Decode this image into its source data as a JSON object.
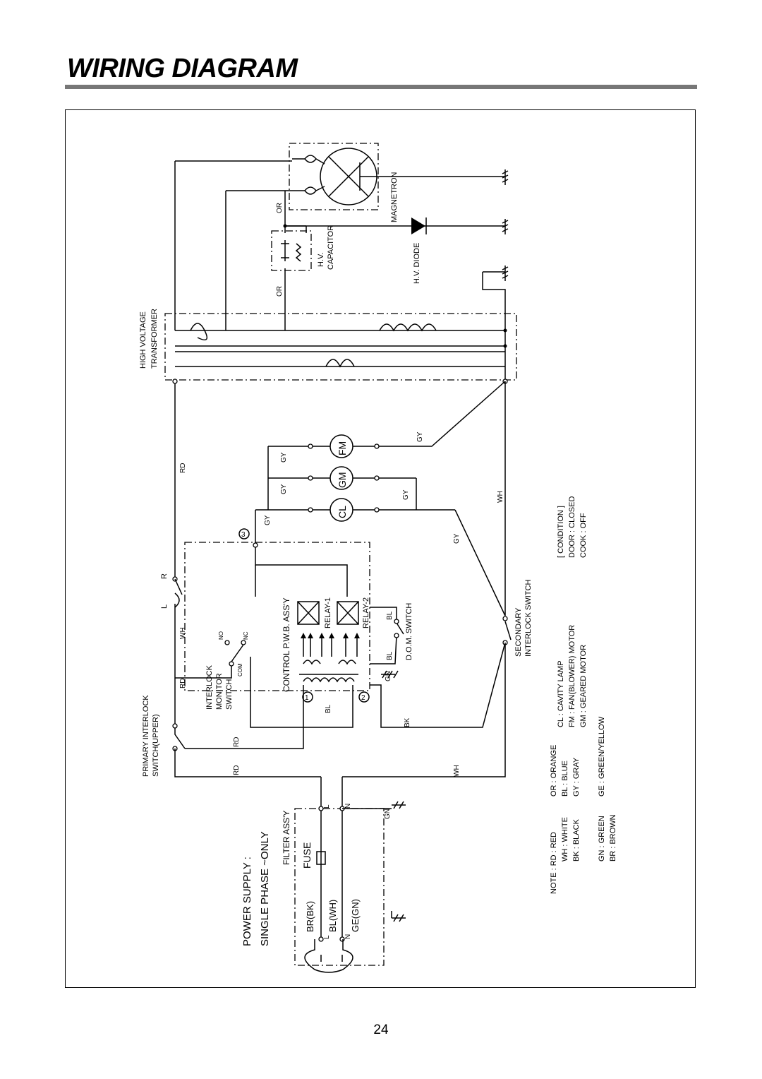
{
  "header": {
    "title": "WIRING DIAGRAM",
    "page_number": "24"
  },
  "components": {
    "magnetron": "MAGNETRON",
    "hv_capacitor_1": "H.V.",
    "hv_capacitor_2": "CAPACITOR",
    "hv_diode": "H.V. DIODE",
    "hv_transformer_1": "HIGH VOLTAGE",
    "hv_transformer_2": "TRANSFORMER",
    "fan_motor": "FM",
    "geared_motor": "GM",
    "cavity_lamp": "CL",
    "relay_1": "RELAY-1",
    "relay_2": "RELAY-2",
    "control_pwb": "CONTROL P.W.B. ASS'Y",
    "dom_switch": "D.O.M. SWITCH",
    "secondary_switch_1": "SECONDARY",
    "secondary_switch_2": "INTERLOCK SWITCH",
    "monitor_switch_1": "INTERLOCK",
    "monitor_switch_2": "MONITOR",
    "monitor_switch_3": "SWITCH",
    "primary_switch_1": "PRIMARY INTERLOCK",
    "primary_switch_2": "SWITCH(UPPER)",
    "filter_assy": "FILTER ASS'Y",
    "fuse": "FUSE",
    "no": "NO",
    "nc": "NC",
    "com": "COM",
    "marker_1": "1",
    "marker_2": "2",
    "marker_3": "3",
    "l": "L",
    "n": "N",
    "r": "R"
  },
  "wire_labels": {
    "or": "OR",
    "rd": "RD",
    "gy": "GY",
    "wh": "WH",
    "bl": "BL",
    "bk": "BK",
    "gn": "GN"
  },
  "power_supply": {
    "line1": "POWER SUPPLY :",
    "line2": "SINGLE PHASE ~ONLY",
    "br_bk": "BR(BK)",
    "bl_wh": "BL(WH)",
    "ge_gn": "GE(GN)"
  },
  "condition": {
    "title": "[ CONDITION ]",
    "door": "DOOR : CLOSED",
    "cook": "COOK : OFF"
  },
  "component_legend": [
    "CL : CAVITY LAMP",
    "FM : FAN(BLOWER) MOTOR",
    "GM : GEARED MOTOR"
  ],
  "color_legend": {
    "note": "NOTE : RD : RED",
    "col1": [
      "WH : WHITE",
      "BK : BLACK",
      "GN : GREEN",
      "BR : BROWN"
    ],
    "col2": [
      "OR : ORANGE",
      "BL : BLUE",
      "GY : GRAY",
      "GE : GREEN/YELLOW"
    ]
  }
}
